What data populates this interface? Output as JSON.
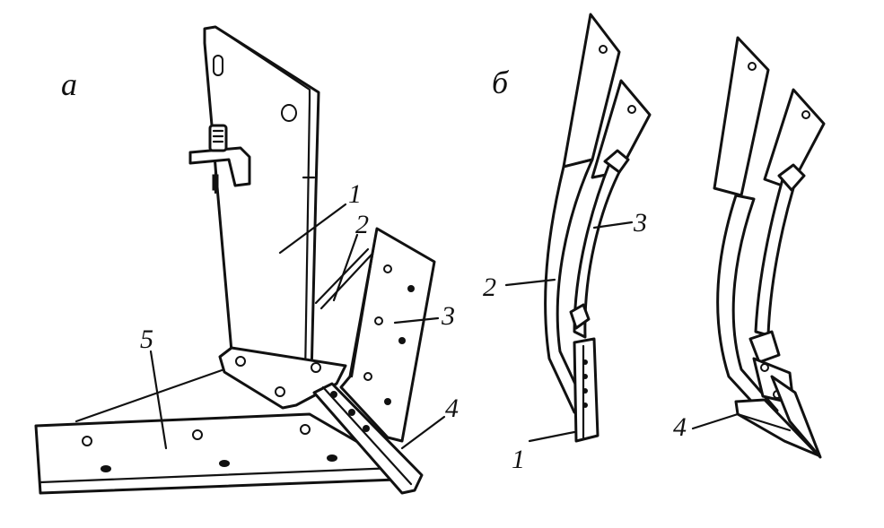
{
  "panels": {
    "a": {
      "label": "а"
    },
    "b": {
      "label": "б"
    }
  },
  "labels": {
    "a1": "1",
    "a2": "2",
    "a3": "3",
    "a4": "4",
    "a5": "5",
    "b1": "1",
    "b2": "2",
    "b3": "3",
    "b4": "4"
  },
  "colors": {
    "ink": "#111111",
    "paper": "#ffffff"
  }
}
